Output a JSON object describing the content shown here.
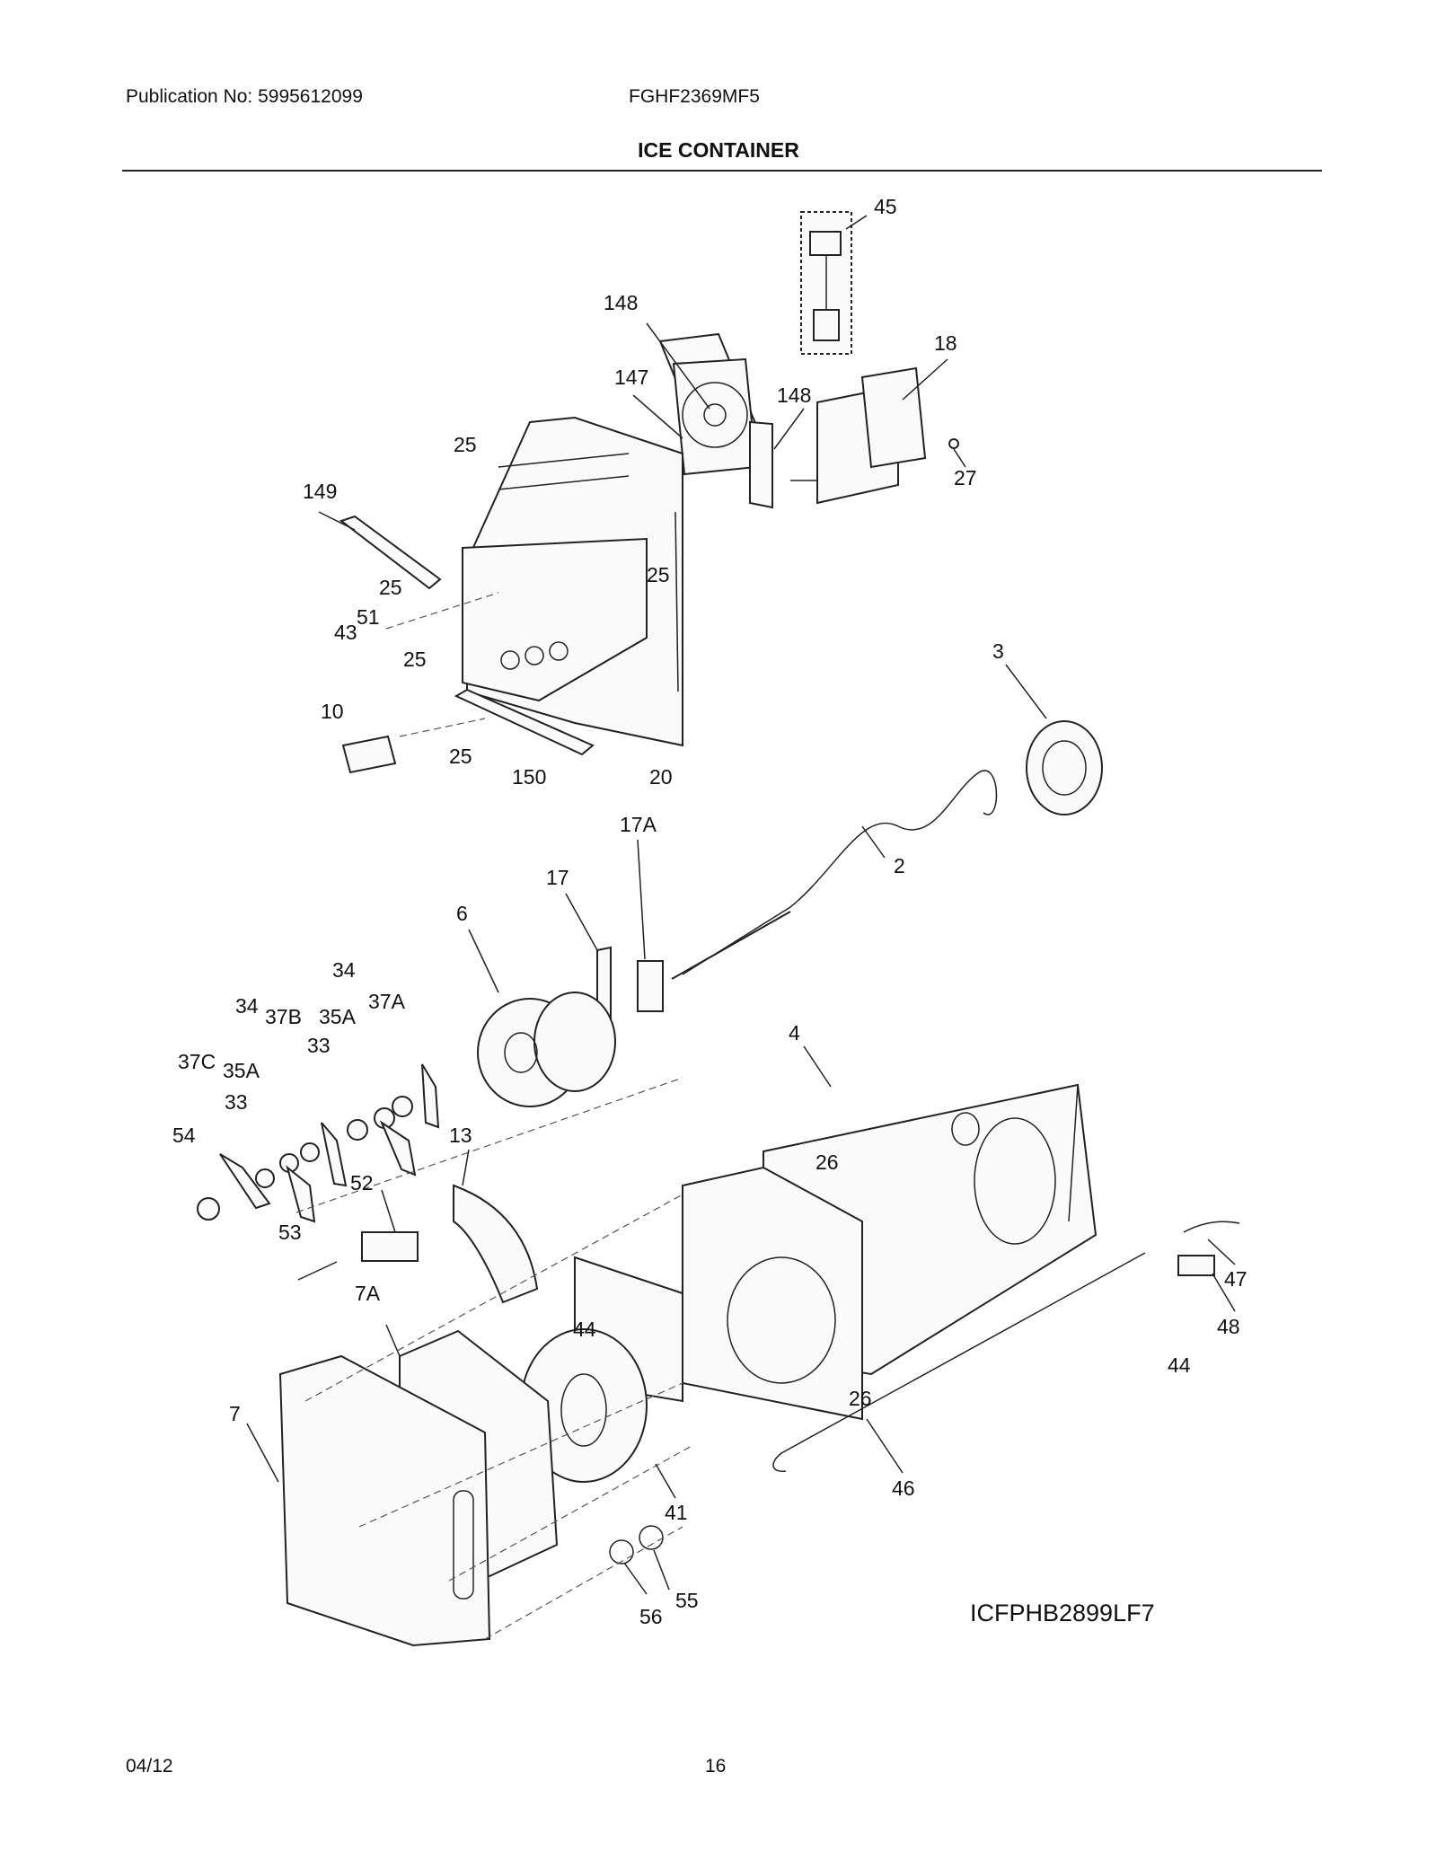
{
  "header": {
    "publication": "Publication No: 5995612099",
    "model": "FGHF2369MF5",
    "title": "ICE CONTAINER"
  },
  "diagram": {
    "code": "ICFPHB2899LF7",
    "callouts": {
      "c45": "45",
      "c148a": "148",
      "c147": "147",
      "c148b": "148",
      "c18": "18",
      "c27": "27",
      "c25a": "25",
      "c149": "149",
      "c25b": "25",
      "c25c": "25",
      "c51": "51",
      "c43": "43",
      "c25d": "25",
      "c10": "10",
      "c25e": "25",
      "c150": "150",
      "c20": "20",
      "c3": "3",
      "c2": "2",
      "c17A": "17A",
      "c17": "17",
      "c6": "6",
      "c34a": "34",
      "c34b": "34",
      "c37B": "37B",
      "c35Aa": "35A",
      "c37A": "37A",
      "c33a": "33",
      "c37C": "37C",
      "c35Ab": "35A",
      "c33b": "33",
      "c54": "54",
      "c13": "13",
      "c52": "52",
      "c4": "4",
      "c26a": "26",
      "c53": "53",
      "c7A": "7A",
      "c44a": "44",
      "c47": "47",
      "c48": "48",
      "c44b": "44",
      "c26b": "26",
      "c7": "7",
      "c41": "41",
      "c46": "46",
      "c55": "55",
      "c56": "56"
    }
  },
  "footer": {
    "date": "04/12",
    "page": "16"
  }
}
